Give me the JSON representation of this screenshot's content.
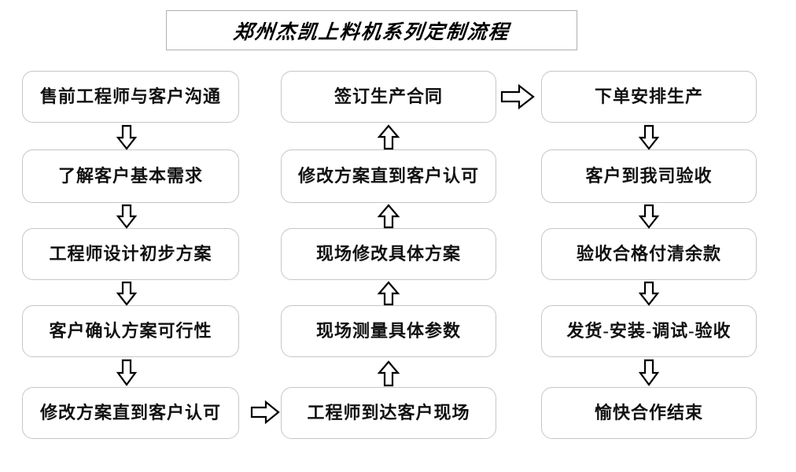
{
  "title": {
    "text": "郑州杰凯上料机系列定制流程"
  },
  "colors": {
    "box_border": "#c6c6c6",
    "title_border": "#b0b0b0",
    "text": "#111111",
    "arrow_stroke": "#000000",
    "background": "#ffffff"
  },
  "columns": [
    {
      "id": "column-1",
      "nodes": [
        {
          "id": "node-1-1",
          "label": "售前工程师与客户沟通"
        },
        {
          "id": "node-1-2",
          "label": "了解客户基本需求"
        },
        {
          "id": "node-1-3",
          "label": "工程师设计初步方案"
        },
        {
          "id": "node-1-4",
          "label": "客户确认方案可行性"
        },
        {
          "id": "node-1-5",
          "label": "修改方案直到客户认可"
        }
      ]
    },
    {
      "id": "column-2",
      "nodes": [
        {
          "id": "node-2-1",
          "label": "签订生产合同"
        },
        {
          "id": "node-2-2",
          "label": "修改方案直到客户认可"
        },
        {
          "id": "node-2-3",
          "label": "现场修改具体方案"
        },
        {
          "id": "node-2-4",
          "label": "现场测量具体参数"
        },
        {
          "id": "node-2-5",
          "label": "工程师到达客户现场"
        }
      ]
    },
    {
      "id": "column-3",
      "nodes": [
        {
          "id": "node-3-1",
          "label": "下单安排生产"
        },
        {
          "id": "node-3-2",
          "label": "客户到我司验收"
        },
        {
          "id": "node-3-3",
          "label": "验收合格付清余款"
        },
        {
          "id": "node-3-4",
          "label": "发货-安装-调试-验收"
        },
        {
          "id": "node-3-5",
          "label": "愉快合作结束"
        }
      ]
    }
  ],
  "connectors": [
    {
      "id": "arrow-c1-1-2",
      "direction": "down"
    },
    {
      "id": "arrow-c1-2-3",
      "direction": "down"
    },
    {
      "id": "arrow-c1-3-4",
      "direction": "down"
    },
    {
      "id": "arrow-c1-4-5",
      "direction": "down"
    },
    {
      "id": "arrow-c1-to-c2",
      "direction": "right"
    },
    {
      "id": "arrow-c2-5-4",
      "direction": "up"
    },
    {
      "id": "arrow-c2-4-3",
      "direction": "up"
    },
    {
      "id": "arrow-c2-3-2",
      "direction": "up"
    },
    {
      "id": "arrow-c2-2-1",
      "direction": "up"
    },
    {
      "id": "arrow-c2-to-c3",
      "direction": "right"
    },
    {
      "id": "arrow-c3-1-2",
      "direction": "down"
    },
    {
      "id": "arrow-c3-2-3",
      "direction": "down"
    },
    {
      "id": "arrow-c3-3-4",
      "direction": "down"
    },
    {
      "id": "arrow-c3-4-5",
      "direction": "down"
    }
  ]
}
